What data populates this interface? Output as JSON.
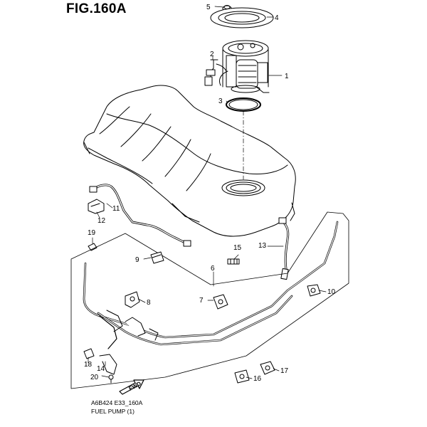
{
  "figure": {
    "title": "FIG.160A",
    "code": "A6B424 E33_160A",
    "name": "FUEL PUMP (1)",
    "fwd_label": "FWD"
  },
  "callouts": [
    {
      "id": "c1",
      "label": "1"
    },
    {
      "id": "c2",
      "label": "2"
    },
    {
      "id": "c3",
      "label": "3"
    },
    {
      "id": "c4",
      "label": "4"
    },
    {
      "id": "c5",
      "label": "5"
    },
    {
      "id": "c6",
      "label": "6"
    },
    {
      "id": "c7",
      "label": "7"
    },
    {
      "id": "c8",
      "label": "8"
    },
    {
      "id": "c9",
      "label": "9"
    },
    {
      "id": "c10",
      "label": "10"
    },
    {
      "id": "c11",
      "label": "11"
    },
    {
      "id": "c12",
      "label": "12"
    },
    {
      "id": "c13",
      "label": "13"
    },
    {
      "id": "c14",
      "label": "14"
    },
    {
      "id": "c15",
      "label": "15"
    },
    {
      "id": "c16",
      "label": "16"
    },
    {
      "id": "c17",
      "label": "17"
    },
    {
      "id": "c18",
      "label": "18"
    },
    {
      "id": "c19",
      "label": "19"
    },
    {
      "id": "c20",
      "label": "20"
    }
  ]
}
